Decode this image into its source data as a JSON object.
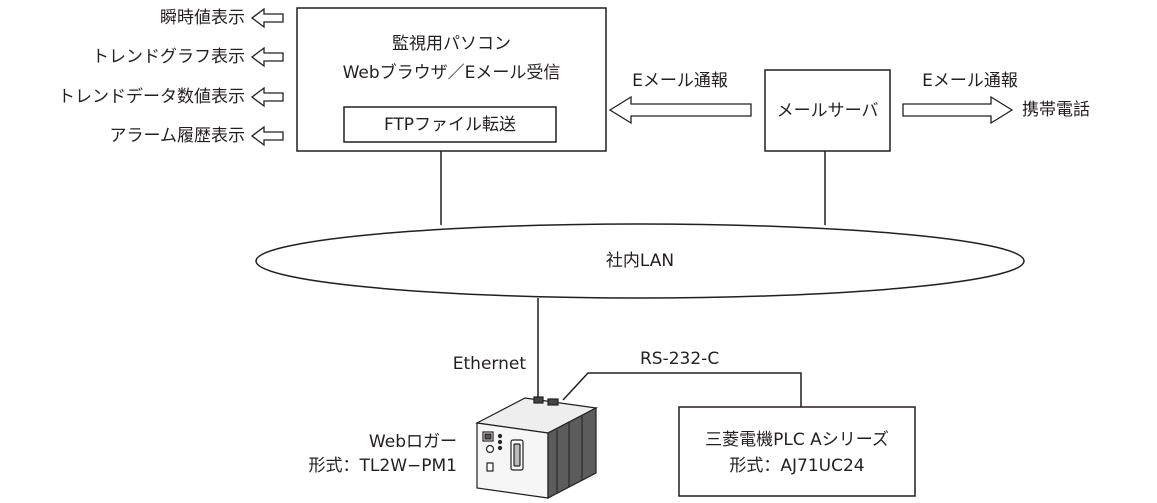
{
  "left_outputs": [
    "瞬時値表示",
    "トレンドグラフ表示",
    "トレンドデータ数値表示",
    "アラーム履歴表示"
  ],
  "pc_box": {
    "line1": "監視用パソコン",
    "line2": "Webブラウザ／Eメール受信",
    "ftp": "FTPファイル転送"
  },
  "mail_server": "メールサーバ",
  "email_notify_left": "Eメール通報",
  "email_notify_right": "Eメール通報",
  "mobile": "携帯電話",
  "lan": "社内LAN",
  "ethernet": "Ethernet",
  "rs232c": "RS-232-C",
  "web_logger": {
    "line1": "Webロガー",
    "line2": "形式：TL2W−PM1"
  },
  "plc": {
    "line1": "三菱電機PLC Aシリーズ",
    "line2": "形式：AJ71UC24"
  },
  "colors": {
    "line": "#231f20",
    "background": "#ffffff"
  }
}
